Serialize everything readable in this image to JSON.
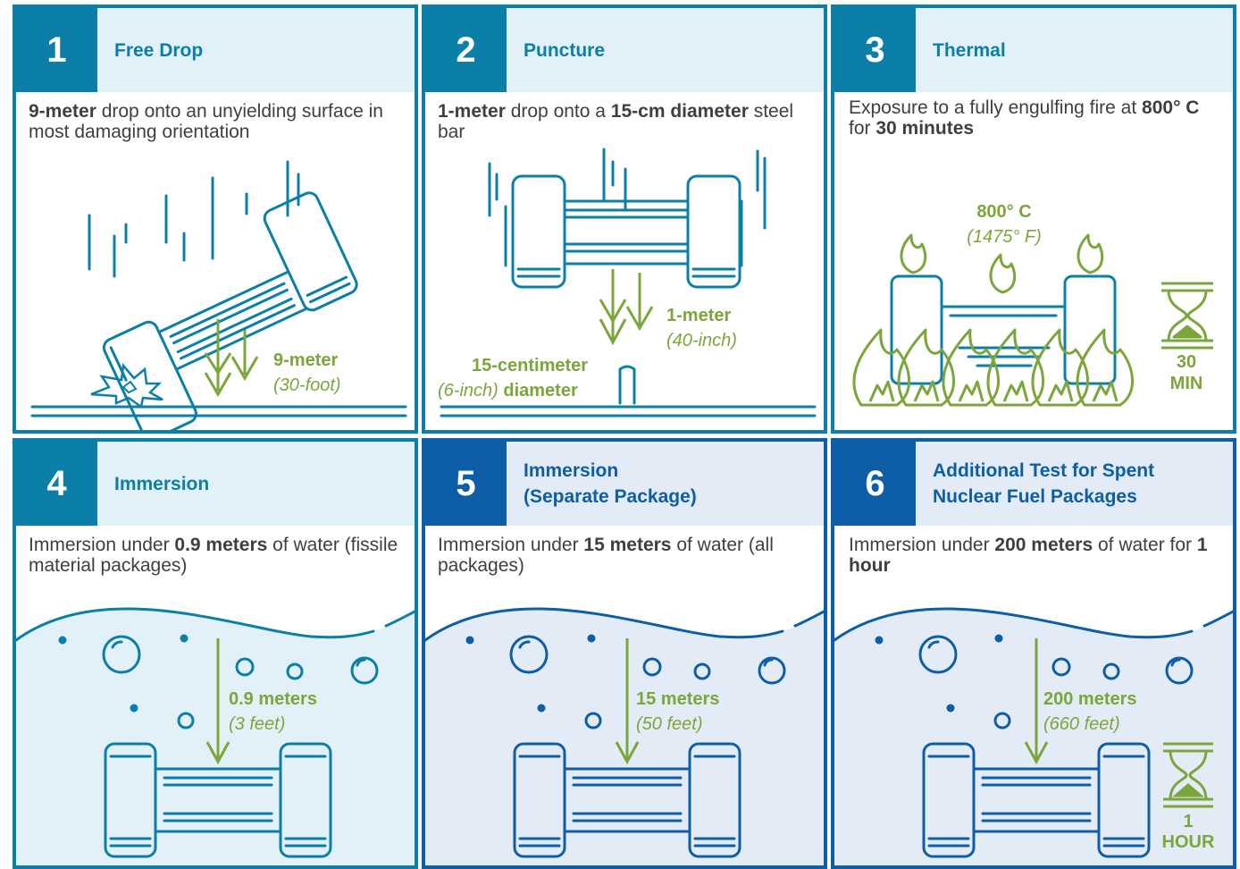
{
  "panels": [
    {
      "number": "1",
      "title": "Free Drop",
      "desc": [
        {
          "text": "9-meter",
          "bold": true
        },
        {
          "text": " drop onto an unyielding surface in most damaging orientation",
          "bold": false
        }
      ],
      "labels": {
        "primary": "9-meter",
        "secondary": "(30-foot)"
      }
    },
    {
      "number": "2",
      "title": "Puncture",
      "desc": [
        {
          "text": "1-meter",
          "bold": true
        },
        {
          "text": " drop onto a ",
          "bold": false
        },
        {
          "text": "15-cm diameter",
          "bold": true
        },
        {
          "text": " steel bar",
          "bold": false
        }
      ],
      "labels": {
        "primary": "1-meter",
        "secondary": "(40-inch)",
        "bar_primary": "15-centimeter",
        "bar_secondary": "(6-inch)",
        "bar_tertiary": " diameter"
      }
    },
    {
      "number": "3",
      "title": "Thermal",
      "desc": [
        {
          "text": "Exposure to a fully engulfing fire at ",
          "bold": false
        },
        {
          "text": "800° C",
          "bold": true
        },
        {
          "text": " for ",
          "bold": false
        },
        {
          "text": "30 minutes",
          "bold": true
        }
      ],
      "labels": {
        "primary": "800° C",
        "secondary": "(1475° F)",
        "timer_value": "30",
        "timer_unit": "MIN"
      }
    },
    {
      "number": "4",
      "title": "Immersion",
      "desc": [
        {
          "text": "Immersion under ",
          "bold": false
        },
        {
          "text": "0.9 meters",
          "bold": true
        },
        {
          "text": " of water (fissile material packages)",
          "bold": false
        }
      ],
      "labels": {
        "primary": "0.9 meters",
        "secondary": "(3 feet)"
      }
    },
    {
      "number": "5",
      "title": "Immersion\n(Separate Package)",
      "desc": [
        {
          "text": "Immersion under ",
          "bold": false
        },
        {
          "text": "15 meters",
          "bold": true
        },
        {
          "text": " of water (all packages)",
          "bold": false
        }
      ],
      "labels": {
        "primary": "15 meters",
        "secondary": "(50 feet)"
      }
    },
    {
      "number": "6",
      "title": "Additional Test for Spent\nNuclear Fuel Packages",
      "desc": [
        {
          "text": "Immersion under ",
          "bold": false
        },
        {
          "text": "200 meters",
          "bold": true
        },
        {
          "text": " of water for ",
          "bold": false
        },
        {
          "text": "1 hour",
          "bold": true
        }
      ],
      "labels": {
        "primary": "200 meters",
        "secondary": "(660 feet)",
        "timer_value": "1",
        "timer_unit": "HOUR"
      }
    }
  ],
  "colors": {
    "teal": "#0b7fa8",
    "navy": "#0d5ea6",
    "green": "#7ba63b",
    "light_teal": "#e2f1f8",
    "light_blue": "#e3ecf6",
    "text": "#3f3f3f"
  }
}
